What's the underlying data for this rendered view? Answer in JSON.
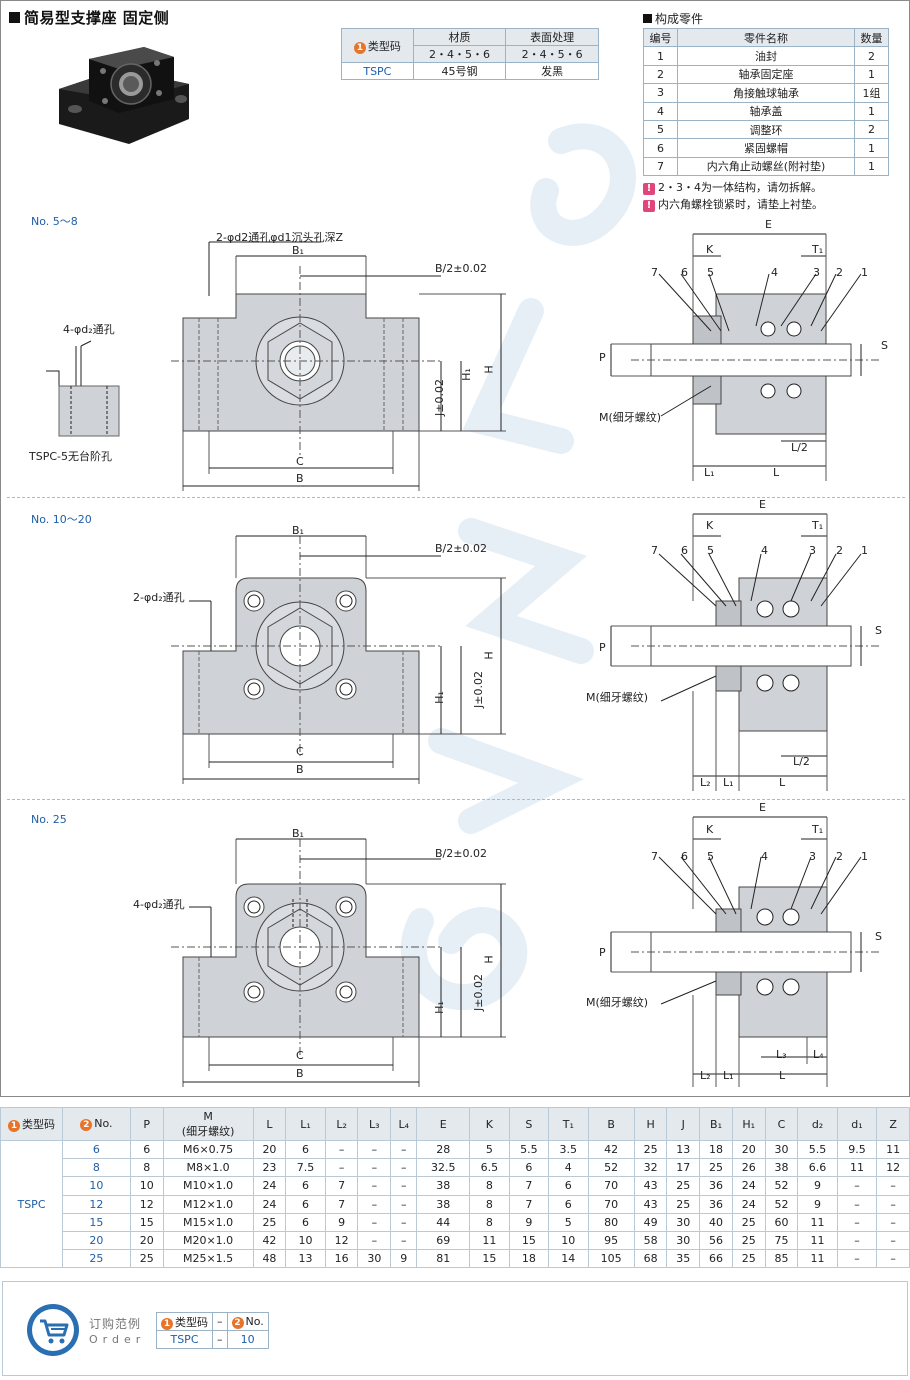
{
  "title": "简易型支撑座 固定侧",
  "spec": {
    "headers": [
      "类型码",
      "材质",
      "表面处理"
    ],
    "sub_headers": [
      "2・4・5・6",
      "2・4・5・6"
    ],
    "row": {
      "code": "TSPC",
      "material": "45号钢",
      "finish": "发黑"
    }
  },
  "parts": {
    "title": "构成零件",
    "headers": [
      "编号",
      "零件名称",
      "数量"
    ],
    "rows": [
      [
        "1",
        "油封",
        "2"
      ],
      [
        "2",
        "轴承固定座",
        "1"
      ],
      [
        "3",
        "角接触球轴承",
        "1组"
      ],
      [
        "4",
        "轴承盖",
        "1"
      ],
      [
        "5",
        "调整环",
        "2"
      ],
      [
        "6",
        "紧固螺帽",
        "1"
      ],
      [
        "7",
        "内六角止动螺丝(附衬垫)",
        "1"
      ]
    ],
    "notes": [
      "2・3・4为一体结构，请勿拆解。",
      "内六角螺栓锁紧时，请垫上衬垫。"
    ]
  },
  "sections": [
    {
      "label": "No. 5～8",
      "hole_note": "2-φd2通孔φd1沉头孔深Z",
      "side_note": "4-φd₂通孔",
      "side_caption": "TSPC-5无台阶孔"
    },
    {
      "label": "No. 10～20",
      "hole_note": "2-φd₂通孔"
    },
    {
      "label": "No. 25",
      "hole_note": "4-φd₂通孔"
    }
  ],
  "dim_labels": {
    "B1": "B₁",
    "B2": "B/2±0.02",
    "C": "C",
    "B": "B",
    "H": "H",
    "H1": "H₁",
    "J": "J±0.02",
    "E": "E",
    "K": "K",
    "T1": "T₁",
    "P": "P",
    "S": "S",
    "M": "M(细牙螺纹)",
    "L": "L",
    "L1": "L₁",
    "L2": "L₂",
    "L3": "L₃",
    "L4": "L₄",
    "Lhalf": "L/2",
    "callouts": [
      "7",
      "6",
      "5",
      "4",
      "3",
      "2",
      "1"
    ]
  },
  "dims_table": {
    "headers": [
      "类型码",
      "No.",
      "P",
      "M\n(细牙螺纹)",
      "L",
      "L₁",
      "L₂",
      "L₃",
      "L₄",
      "E",
      "K",
      "S",
      "T₁",
      "B",
      "H",
      "J",
      "B₁",
      "H₁",
      "C",
      "d₂",
      "d₁",
      "Z"
    ],
    "code": "TSPC",
    "rows": [
      [
        "6",
        "6",
        "M6×0.75",
        "20",
        "6",
        "–",
        "–",
        "–",
        "28",
        "5",
        "5.5",
        "3.5",
        "42",
        "25",
        "13",
        "18",
        "20",
        "30",
        "5.5",
        "9.5",
        "11"
      ],
      [
        "8",
        "8",
        "M8×1.0",
        "23",
        "7.5",
        "–",
        "–",
        "–",
        "32.5",
        "6.5",
        "6",
        "4",
        "52",
        "32",
        "17",
        "25",
        "26",
        "38",
        "6.6",
        "11",
        "12"
      ],
      [
        "10",
        "10",
        "M10×1.0",
        "24",
        "6",
        "7",
        "–",
        "–",
        "38",
        "8",
        "7",
        "6",
        "70",
        "43",
        "25",
        "36",
        "24",
        "52",
        "9",
        "–",
        "–"
      ],
      [
        "12",
        "12",
        "M12×1.0",
        "24",
        "6",
        "7",
        "–",
        "–",
        "38",
        "8",
        "7",
        "6",
        "70",
        "43",
        "25",
        "36",
        "24",
        "52",
        "9",
        "–",
        "–"
      ],
      [
        "15",
        "15",
        "M15×1.0",
        "25",
        "6",
        "9",
        "–",
        "–",
        "44",
        "8",
        "9",
        "5",
        "80",
        "49",
        "30",
        "40",
        "25",
        "60",
        "11",
        "–",
        "–"
      ],
      [
        "20",
        "20",
        "M20×1.0",
        "42",
        "10",
        "12",
        "–",
        "–",
        "69",
        "11",
        "15",
        "10",
        "95",
        "58",
        "30",
        "56",
        "25",
        "75",
        "11",
        "–",
        "–"
      ],
      [
        "25",
        "25",
        "M25×1.5",
        "48",
        "13",
        "16",
        "30",
        "9",
        "81",
        "15",
        "18",
        "14",
        "105",
        "68",
        "35",
        "66",
        "25",
        "85",
        "11",
        "–",
        "–"
      ]
    ]
  },
  "order": {
    "title_cn": "订购范例",
    "title_en": "Order",
    "headers": [
      "类型码",
      "–",
      "No."
    ],
    "values": [
      "TSPC",
      "–",
      "10"
    ]
  },
  "colors": {
    "accent_blue": "#1f5ea8",
    "badge_orange": "#e8742a",
    "warn_pink": "#e0457b",
    "header_bg": "#e4e9ee"
  }
}
